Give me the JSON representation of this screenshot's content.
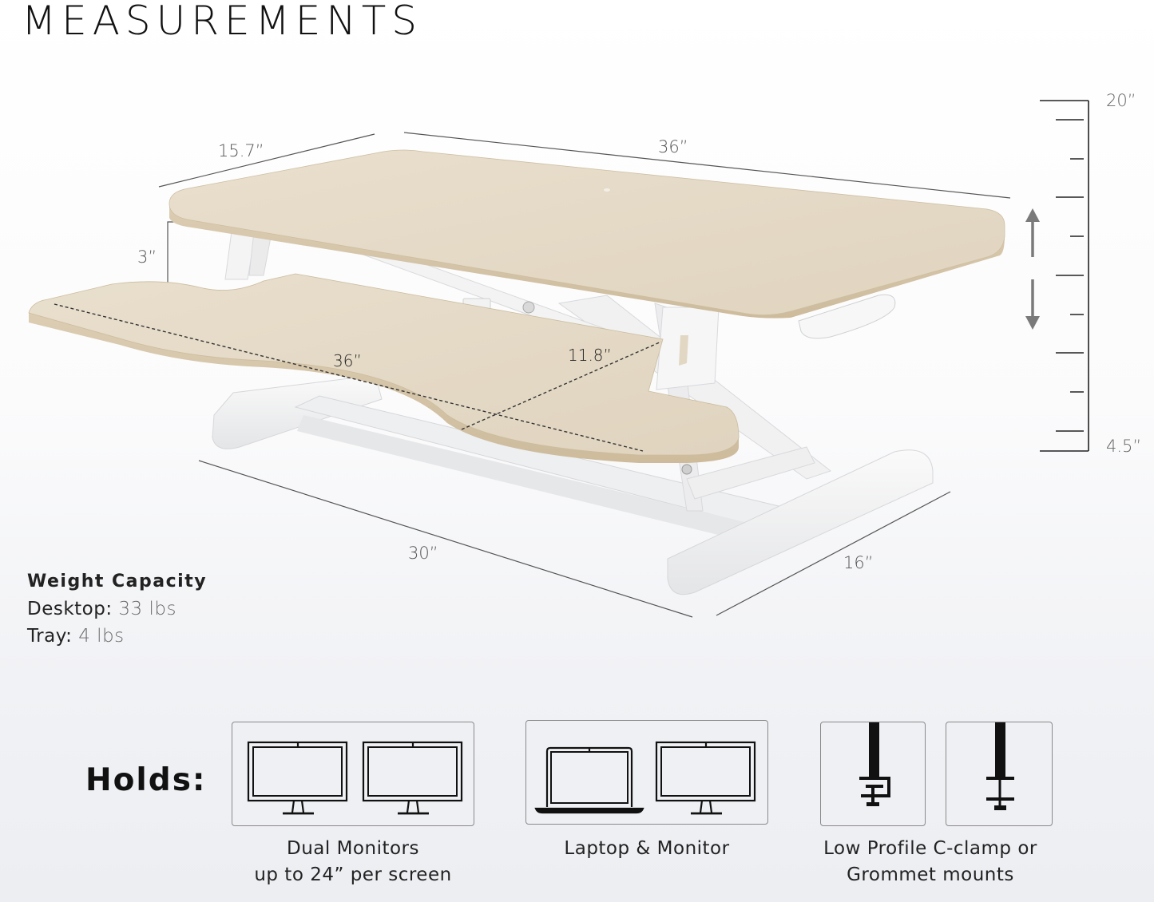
{
  "title": "MEASUREMENTS",
  "dimensions": {
    "desktop_depth": "15.7”",
    "desktop_width": "36”",
    "tray_gap": "3”",
    "tray_width": "36”",
    "tray_depth": "11.8”",
    "base_width": "30”",
    "base_depth": "16”"
  },
  "height_scale": {
    "max": "20”",
    "min": "4.5”",
    "icon": "up-down-arrow-icon"
  },
  "weight_capacity": {
    "title": "Weight Capacity",
    "rows": [
      {
        "label": "Desktop:",
        "value": "33 lbs"
      },
      {
        "label": "Tray:",
        "value": "4 lbs"
      }
    ]
  },
  "holds": {
    "label": "Holds:",
    "items": [
      {
        "icons": [
          "monitor-icon",
          "monitor-icon"
        ],
        "caption_line1": "Dual Monitors",
        "caption_line2": "up to 24” per screen"
      },
      {
        "icons": [
          "laptop-icon",
          "monitor-icon"
        ],
        "caption_line1": "Laptop & Monitor",
        "caption_line2": ""
      },
      {
        "icons": [
          "c-clamp-icon",
          "grommet-icon"
        ],
        "caption_line1": "Low Profile C-clamp or",
        "caption_line2": "Grommet mounts"
      }
    ]
  },
  "colors": {
    "wood": "#e4d9c6",
    "wood_edge": "#d3c4aa",
    "frame": "#f4f4f4",
    "frame_shadow": "#d9dadc",
    "arrow": "#7a7a7a"
  }
}
